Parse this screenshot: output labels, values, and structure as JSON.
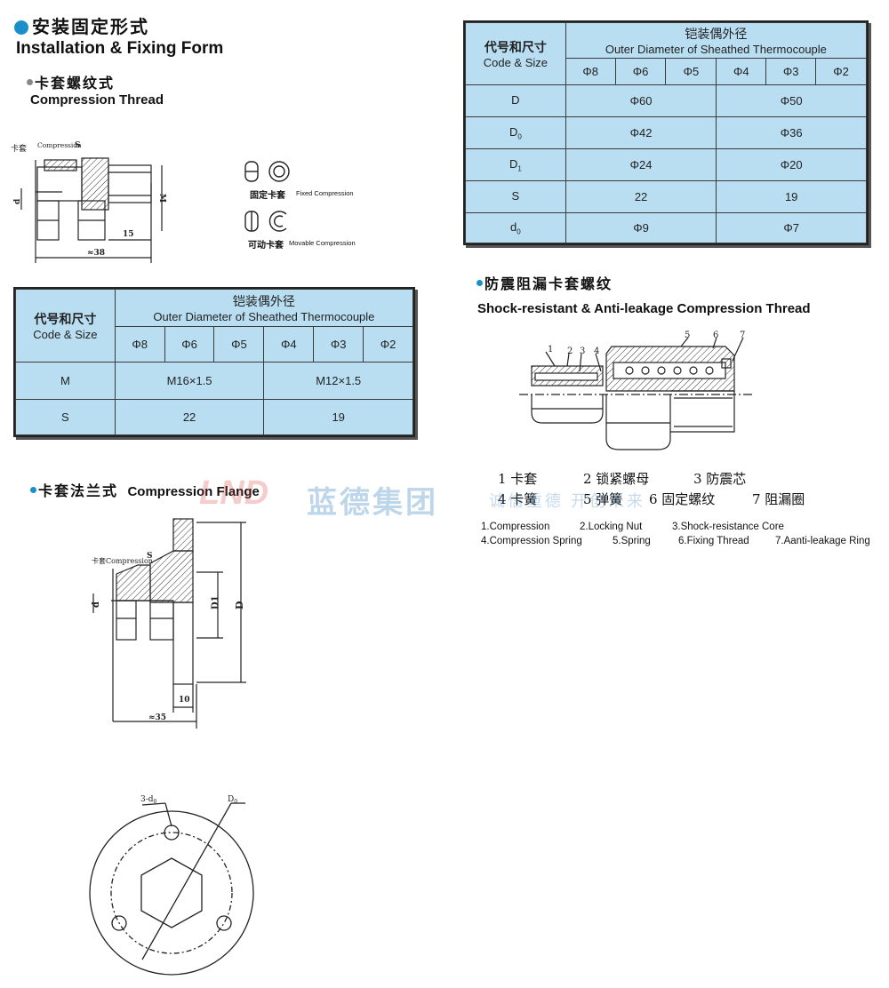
{
  "header": {
    "title_cn": "安装固定形式",
    "title_en": "Installation & Fixing Form"
  },
  "compression_thread": {
    "title_cn": "卡套螺纹式",
    "title_en": "Compression Thread",
    "drawing_labels": {
      "ferrule_cn": "卡套",
      "ferrule_en": "Compression",
      "s": "S",
      "d": "d",
      "m": "M",
      "dim_15": "15",
      "dim_38": "≈38"
    },
    "fixed_cn": "固定卡套",
    "fixed_en": "Fixed Compression",
    "movable_cn": "可动卡套",
    "movable_en": "Movable Compression"
  },
  "table1": {
    "code_cn": "代号和尺寸",
    "code_en": "Code & Size",
    "head_cn": "铠装偶外径",
    "head_en": "Outer Diameter of Sheathed Thermocouple",
    "diameters": [
      "Φ8",
      "Φ6",
      "Φ5",
      "Φ4",
      "Φ3",
      "Φ2"
    ],
    "rows": [
      {
        "label": "M",
        "left": "M16×1.5",
        "right": "M12×1.5"
      },
      {
        "label": "S",
        "left": "22",
        "right": "19"
      }
    ]
  },
  "table2": {
    "code_cn": "代号和尺寸",
    "code_en": "Code & Size",
    "head_cn": "铠装偶外径",
    "head_en": "Outer Diameter of Sheathed Thermocouple",
    "diameters": [
      "Φ8",
      "Φ6",
      "Φ5",
      "Φ4",
      "Φ3",
      "Φ2"
    ],
    "rows": [
      {
        "label": "D",
        "sub": "",
        "left": "Φ60",
        "right": "Φ50"
      },
      {
        "label": "D",
        "sub": "0",
        "left": "Φ42",
        "right": "Φ36"
      },
      {
        "label": "D",
        "sub": "1",
        "left": "Φ24",
        "right": "Φ20"
      },
      {
        "label": "S",
        "sub": "",
        "left": "22",
        "right": "19"
      },
      {
        "label": "d",
        "sub": "0",
        "left": "Φ9",
        "right": "Φ7"
      }
    ]
  },
  "shock_resistant": {
    "title_cn": "防震阻漏卡套螺纹",
    "title_en": "Shock-resistant & Anti-leakage Compression Thread",
    "callouts": [
      "1",
      "2",
      "3",
      "4",
      "5",
      "6",
      "7"
    ],
    "legend_cn": [
      "1 卡套",
      "2 锁紧螺母",
      "3 防震芯",
      "4 卡簧",
      "5 弹簧",
      "6 固定螺纹",
      "7 阻漏圈"
    ],
    "legend_en": [
      "1.Compression",
      "2.Locking Nut",
      "3.Shock-resistance Core",
      "4.Compression Spring",
      "5.Spring",
      "6.Fixing Thread",
      "7.Aanti-leakage Ring"
    ]
  },
  "compression_flange": {
    "title_cn": "卡套法兰式",
    "title_en": "Compression Flange",
    "drawing_labels": {
      "ferrule": "卡套Compression",
      "s": "S",
      "d": "d",
      "d1": "D1",
      "D": "D",
      "dim_10": "10",
      "dim_35": "≈35",
      "holes": "3-d",
      "holes_sub": "0",
      "d0": "D",
      "d0_sub": "0"
    }
  },
  "watermark": {
    "logo": "LND",
    "name": "蓝德集团",
    "slogan": "诚信重德 开创未来"
  },
  "colors": {
    "accent_blue": "#1a8fc9",
    "table_fill": "#b9def2",
    "watermark_red": "#d93a3a"
  }
}
